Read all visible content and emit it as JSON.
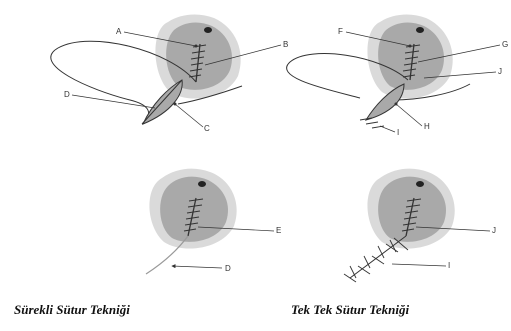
{
  "labels": {
    "A": "A",
    "B": "B",
    "C": "C",
    "D": "D",
    "E": "E",
    "F": "F",
    "G": "G",
    "H": "H",
    "I": "I",
    "J": "J"
  },
  "captions": {
    "continuous": "Sürekli Sütur Tekniği",
    "interrupted": "Tek Tek Sütur Tekniği"
  },
  "colors": {
    "tissue": "#cfcfcf",
    "organ": "#a9a9a9",
    "suture": "#333333"
  }
}
